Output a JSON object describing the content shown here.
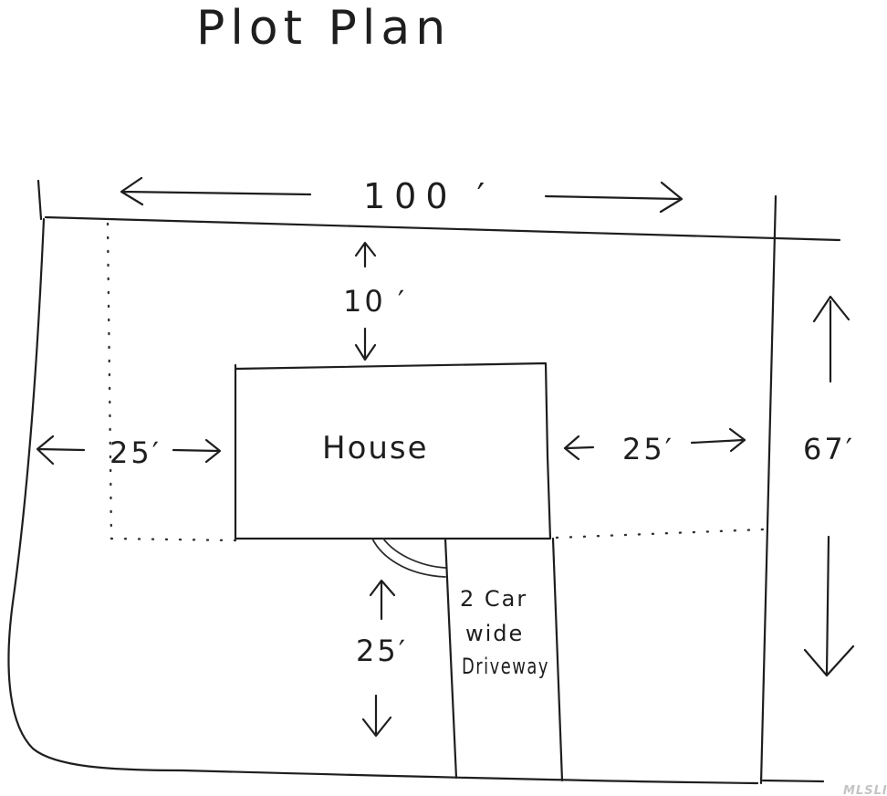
{
  "title": "Plot Plan",
  "dimensions": {
    "lot_width": "100 ′",
    "lot_depth": "67′",
    "front_setback": "10 ′",
    "left_setback": "25′",
    "right_setback": "25′",
    "rear_setback": "25′"
  },
  "labels": {
    "house": "House",
    "driveway_line1": "2 Car",
    "driveway_line2": "wide",
    "driveway_line3": "Driveway"
  },
  "watermark": "MLSLI"
}
